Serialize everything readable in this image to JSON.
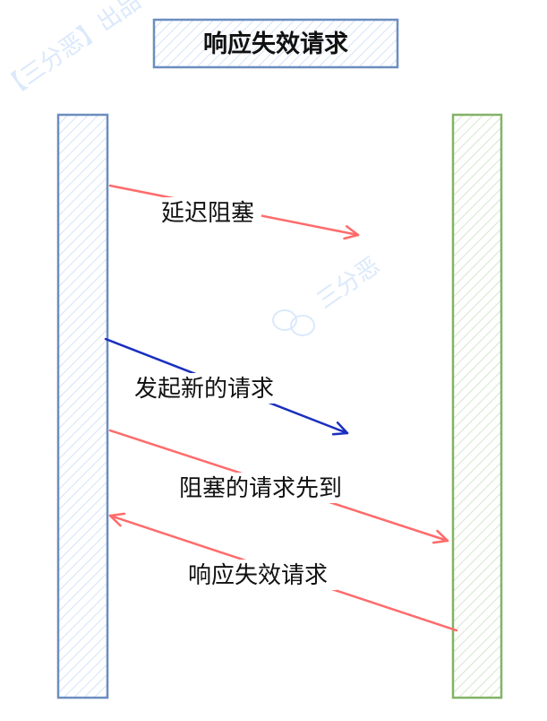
{
  "title": "响应失效请求",
  "watermarks": {
    "top_left": "【三分恶】出品",
    "center": "三分恶"
  },
  "lanes": [
    {
      "side": "left",
      "color": "#6c8ebf",
      "fill": "#dae8fc"
    },
    {
      "side": "right",
      "color": "#82b366",
      "fill": "#d5e8d4"
    }
  ],
  "messages": [
    {
      "label": "延迟阻塞",
      "direction": "left-to-right",
      "color": "#ff6b6b",
      "reaches_target": false
    },
    {
      "label": "发起新的请求",
      "direction": "left-to-right",
      "color": "#1a2fbf",
      "reaches_target": false
    },
    {
      "label": "阻塞的请求先到",
      "direction": "left-to-right",
      "color": "#ff6b6b",
      "reaches_target": true
    },
    {
      "label": "响应失效请求",
      "direction": "right-to-left",
      "color": "#ff6b6b",
      "reaches_target": true
    }
  ]
}
